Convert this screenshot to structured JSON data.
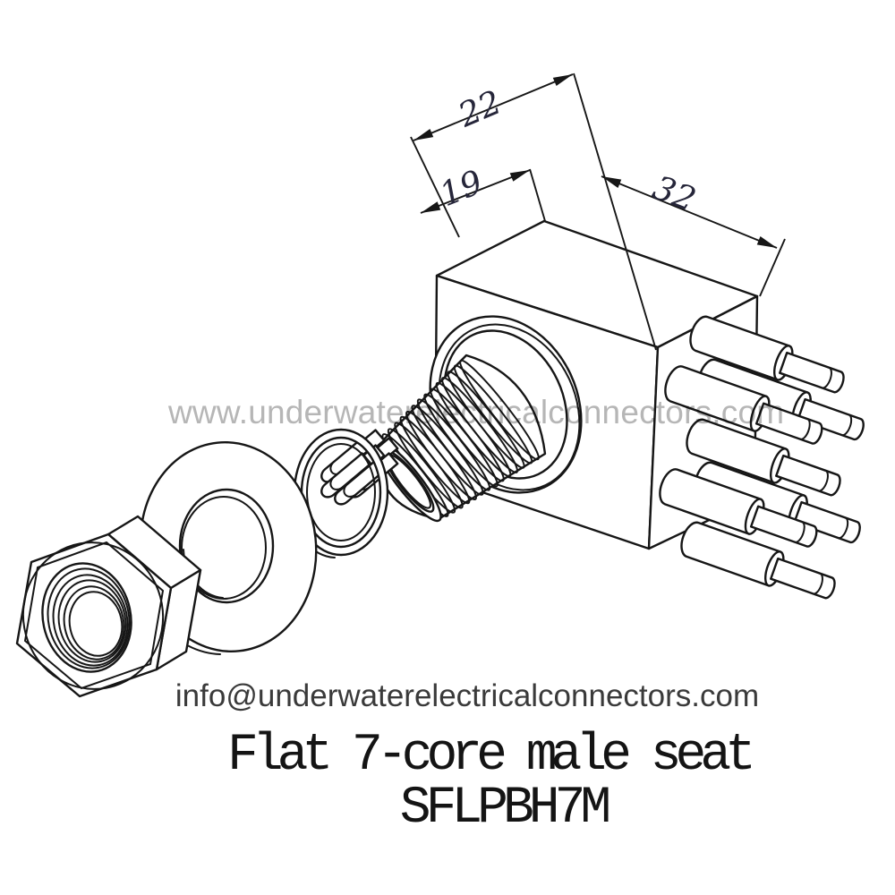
{
  "diagram": {
    "watermark": "www.underwaterelectricalconnectors.com",
    "contact_email": "info@underwaterelectricalconnectors.com",
    "product_title": "Flat 7-core male seat",
    "model_number": "SFLPBH7M",
    "dimensions": {
      "front_face_width": "22",
      "barrel_length": "19",
      "body_length": "32"
    },
    "colors": {
      "line": "#161616",
      "watermark": "#b6b6b6",
      "email_text": "#3a3a3a",
      "caption_text": "#141414",
      "dimension_text": "#26263a"
    }
  }
}
